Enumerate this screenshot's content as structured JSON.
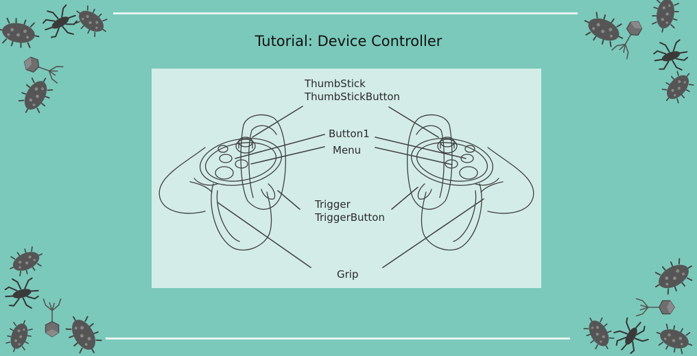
{
  "page": {
    "title": "Tutorial: Device Controller"
  },
  "diagram": {
    "labels": {
      "thumbstick": "ThumbStick",
      "thumbstick_button": "ThumbStickButton",
      "button1": "Button1",
      "menu": "Menu",
      "trigger": "Trigger",
      "trigger_button": "TriggerButton",
      "grip": "Grip"
    }
  },
  "decorations": {
    "icon": "germ-icon",
    "bacteria_color": "#555555",
    "virus_color": "#6e6e6e"
  },
  "colors": {
    "background": "#7bc9bb",
    "panel": "#d3ece7",
    "rule_line": "#e6f4f1",
    "sketch": "#3e3e3e"
  }
}
